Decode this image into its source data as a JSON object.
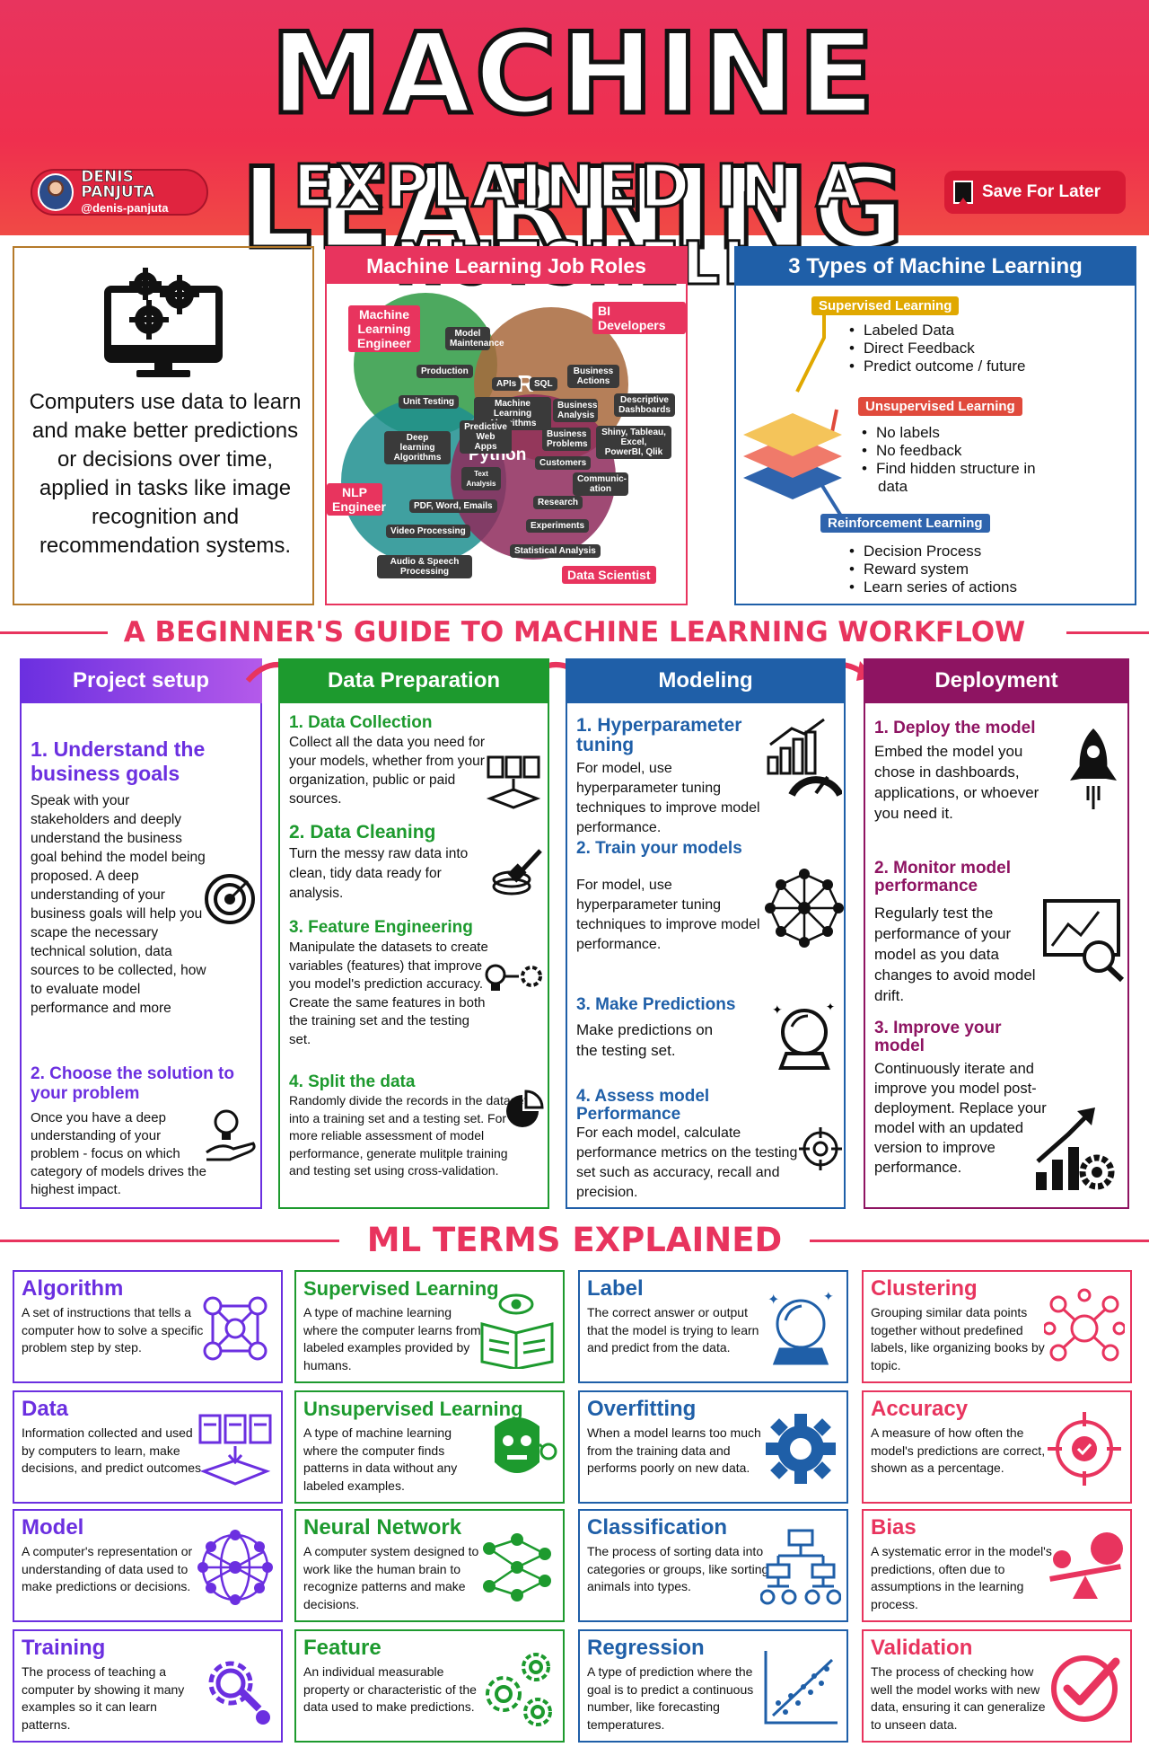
{
  "header": {
    "title": "MACHINE LEARNING",
    "subtitle": "EXPLAINED IN A NUTSHELL",
    "author_name": "DENIS PANJUTA",
    "author_handle": "@denis-panjuta",
    "save_label": "Save For Later"
  },
  "intro": {
    "text": "Computers use data to learn and make better predictions or decisions over time, applied in tasks like image recognition and recommendation systems."
  },
  "job_roles": {
    "title": "Machine Learning Job Roles",
    "roles": [
      "Machine Learning Engineer",
      "BI Developers",
      "NLP Engineer",
      "Data Scientist"
    ],
    "center": [
      "R",
      "Python"
    ],
    "skills": [
      "Model Maintenance",
      "Production",
      "APIs",
      "SQL",
      "Business Actions",
      "Unit Testing",
      "Machine Learning Algorithms",
      "Business Analysis",
      "Descriptive Dashboards",
      "Predictive Web Apps",
      "Deep learning Algorithms",
      "Business Problems",
      "Shiny, Tableau, Excel, PowerBI, Qlik",
      "Customers",
      "Text Analysis",
      "Communic-ation",
      "PDF, Word, Emails",
      "Research",
      "Video Processing",
      "Experiments",
      "Audio & Speech Processing",
      "Statistical Analysis"
    ]
  },
  "types": {
    "title": "3 Types of Machine Learning",
    "groups": [
      {
        "name": "Supervised Learning",
        "color": "#e0a800",
        "items": [
          "Labeled Data",
          "Direct Feedback",
          "Predict outcome / future"
        ]
      },
      {
        "name": "Unsupervised Learning",
        "color": "#e04a3c",
        "items": [
          "No labels",
          "No feedback",
          "Find hidden structure in data"
        ]
      },
      {
        "name": "Reinforcement Learning",
        "color": "#2f64ad",
        "items": [
          "Decision Process",
          "Reward system",
          "Learn series of actions"
        ]
      }
    ]
  },
  "workflow": {
    "heading": "A BEGINNER'S GUIDE TO MACHINE LEARNING WORKFLOW",
    "columns": [
      {
        "title": "Project setup",
        "color": "#6b2fe0",
        "steps": [
          {
            "title": "1. Understand the business goals",
            "body": "Speak with your stakeholders and deeply understand the business goal behind the model being proposed. A deep understanding of your business goals will help you scape the necessary technical solution, data sources to be collected, how to evaluate model performance and more"
          },
          {
            "title": "2. Choose the solution to your problem",
            "body": "Once you have a deep understanding of your problem - focus on which category of models drives the highest impact."
          }
        ]
      },
      {
        "title": "Data Preparation",
        "color": "#1d9a2e",
        "steps": [
          {
            "title": "1. Data Collection",
            "body": "Collect all the data you need for your models, whether from your organization, public or paid sources."
          },
          {
            "title": "2. Data Cleaning",
            "body": "Turn the messy raw data into clean, tidy data ready for analysis."
          },
          {
            "title": "3. Feature Engineering",
            "body": "Manipulate the datasets to create variables (features) that improve you model's prediction accuracy. Create the same features in both the training set and the testing set."
          },
          {
            "title": "4. Split the data",
            "body": "Randomly divide the records in the dataset into a training set and a testing set. For a more reliable assessment of model performance, generate mulitple training and testing set using cross-validation."
          }
        ]
      },
      {
        "title": "Modeling",
        "color": "#1f5fa8",
        "steps": [
          {
            "title": "1. Hyperparameter tuning",
            "body": "For model, use hyperparameter tuning techniques to improve model performance."
          },
          {
            "title": "2. Train your models",
            "body": "For model, use hyperparameter tuning techniques to improve model performance."
          },
          {
            "title": "3. Make Predictions",
            "body": "Make predictions on the testing set."
          },
          {
            "title": "4. Assess model Performance",
            "body": "For each model, calculate performance metrics on the testing set such as accuracy, recall and precision."
          }
        ]
      },
      {
        "title": "Deployment",
        "color": "#8e1462",
        "steps": [
          {
            "title": "1. Deploy the model",
            "body": "Embed the model you chose in dashboards, applications, or whoever you need it."
          },
          {
            "title": "2. Monitor model performance",
            "body": "Regularly test the performance of your model as you data changes to avoid model drift."
          },
          {
            "title": "3. Improve your model",
            "body": "Continuously iterate and improve you model post-deployment. Replace your model with an updated version to improve performance."
          }
        ]
      }
    ]
  },
  "terms": {
    "heading": "ML TERMS EXPLAINED",
    "items": [
      {
        "title": "Algorithm",
        "body": "A set of instructions that tells a computer how to solve a specific problem step by step.",
        "color": "#6b2fe0",
        "icon": "network-icon"
      },
      {
        "title": "Supervised Learning",
        "body": "A type of machine learning where the computer learns from labeled examples provided by humans.",
        "color": "#1d9a2e",
        "icon": "book-eye-icon"
      },
      {
        "title": "Label",
        "body": "The correct answer or output that the model is trying to learn and predict from the data.",
        "color": "#1f5fa8",
        "icon": "crystal-ball-icon"
      },
      {
        "title": "Clustering",
        "body": "Grouping similar data points together without predefined labels, like organizing books by topic.",
        "color": "#e8345e",
        "icon": "cluster-icon"
      },
      {
        "title": "Data",
        "body": "Information collected and used by computers to learn, make decisions, and predict outcomes.",
        "color": "#6b2fe0",
        "icon": "documents-icon"
      },
      {
        "title": "Unsupervised Learning",
        "body": "A type of machine learning where the computer finds patterns in data without any labeled examples.",
        "color": "#1d9a2e",
        "icon": "robot-head-icon"
      },
      {
        "title": "Overfitting",
        "body": "When a model learns too much from the training data and performs poorly on new data.",
        "color": "#1f5fa8",
        "icon": "gear-icon"
      },
      {
        "title": "Accuracy",
        "body": "A measure of how often the model's predictions are correct, shown as a percentage.",
        "color": "#e8345e",
        "icon": "target-check-icon"
      },
      {
        "title": "Model",
        "body": "A computer's representation or understanding of data used to make predictions or decisions.",
        "color": "#6b2fe0",
        "icon": "mesh-sphere-icon"
      },
      {
        "title": "Neural Network",
        "body": "A computer system designed to work like the human brain to recognize patterns and make decisions.",
        "color": "#1d9a2e",
        "icon": "neural-net-icon"
      },
      {
        "title": "Classification",
        "body": "The process of sorting data into categories or groups, like sorting animals into types.",
        "color": "#1f5fa8",
        "icon": "hierarchy-icon"
      },
      {
        "title": "Bias",
        "body": "A systematic error in the model's predictions, often due to assumptions in the learning process.",
        "color": "#e8345e",
        "icon": "seesaw-icon"
      },
      {
        "title": "Training",
        "body": "The process of teaching a computer by showing it many examples so it can learn patterns.",
        "color": "#6b2fe0",
        "icon": "gear-wrench-icon"
      },
      {
        "title": "Feature",
        "body": "An individual measurable property or characteristic of the data used to make predictions.",
        "color": "#1d9a2e",
        "icon": "gears-icon"
      },
      {
        "title": "Regression",
        "body": "A type of prediction where the goal is to predict a continuous number, like forecasting temperatures.",
        "color": "#1f5fa8",
        "icon": "scatter-trend-icon"
      },
      {
        "title": "Validation",
        "body": "The process of checking how well the model works with new data, ensuring it can generalize to unseen data.",
        "color": "#e8345e",
        "icon": "check-circle-icon"
      }
    ]
  }
}
